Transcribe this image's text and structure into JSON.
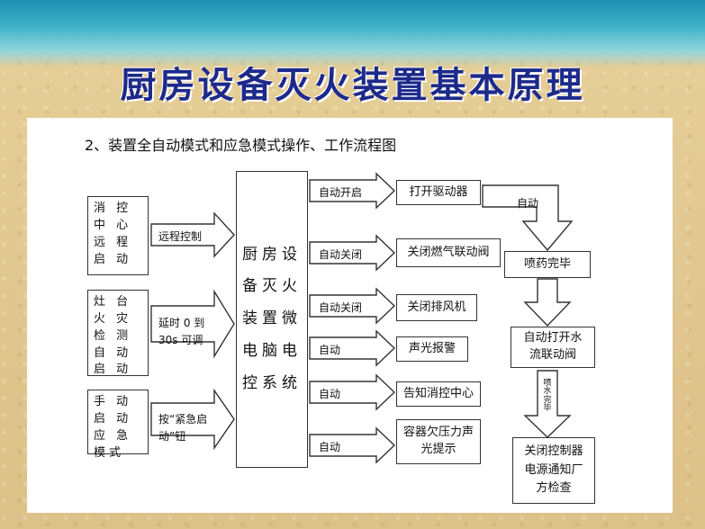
{
  "slide": {
    "title": "厨房设备灭火装置基本原理",
    "heading": "2、装置全自动模式和应急模式操作、工作流程图"
  },
  "inputs": [
    {
      "box": "消 控 中 心 远 程 启 动",
      "arrow": "远程控制"
    },
    {
      "box": "灶 台 火 灾 检 测 自 动 启 动",
      "arrow": "延时 0 到 30s 可调"
    },
    {
      "box": "手 动 启 动 应 急 模式",
      "arrow": "按“紧急启动”钮"
    }
  ],
  "controller": {
    "text": "厨房设备灭火装置微电脑电控系统"
  },
  "outputs": [
    {
      "arrow": "自动开启",
      "box": "打开驱动器"
    },
    {
      "arrow": "自动关闭",
      "box": "关闭燃气联动阀"
    },
    {
      "arrow": "自动关闭",
      "box": "关闭排风机"
    },
    {
      "arrow": "自动",
      "box": "声光报警"
    },
    {
      "arrow": "自动",
      "box": "告知消控中心"
    },
    {
      "arrow": "自动",
      "box": "容器欠压力声光提示"
    }
  ],
  "right_chain": {
    "auto_label": "自动",
    "spray_done": "喷药完毕",
    "open_water": "自动打开水流联动阀",
    "spray_water_done": "喷水完毕",
    "close_controller": "关闭控制器电源通知厂方检查"
  },
  "colors": {
    "title": "#1d2a8a",
    "line": "#333333"
  }
}
